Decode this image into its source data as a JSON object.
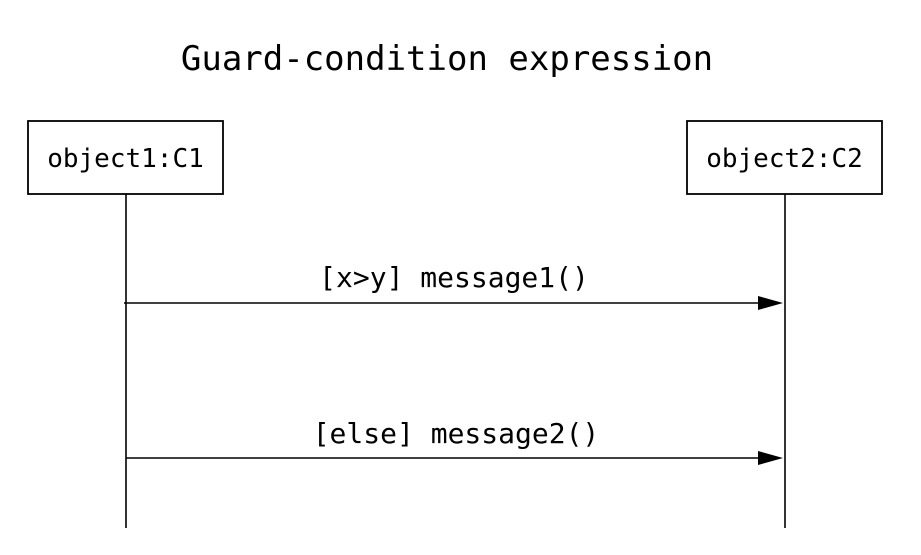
{
  "diagram": {
    "title": "Guard-condition expression",
    "objects": [
      {
        "label": "object1:C1"
      },
      {
        "label": "object2:C2"
      }
    ],
    "messages": [
      {
        "label": "[x>y] message1()"
      },
      {
        "label": "[else] message2()"
      }
    ]
  }
}
